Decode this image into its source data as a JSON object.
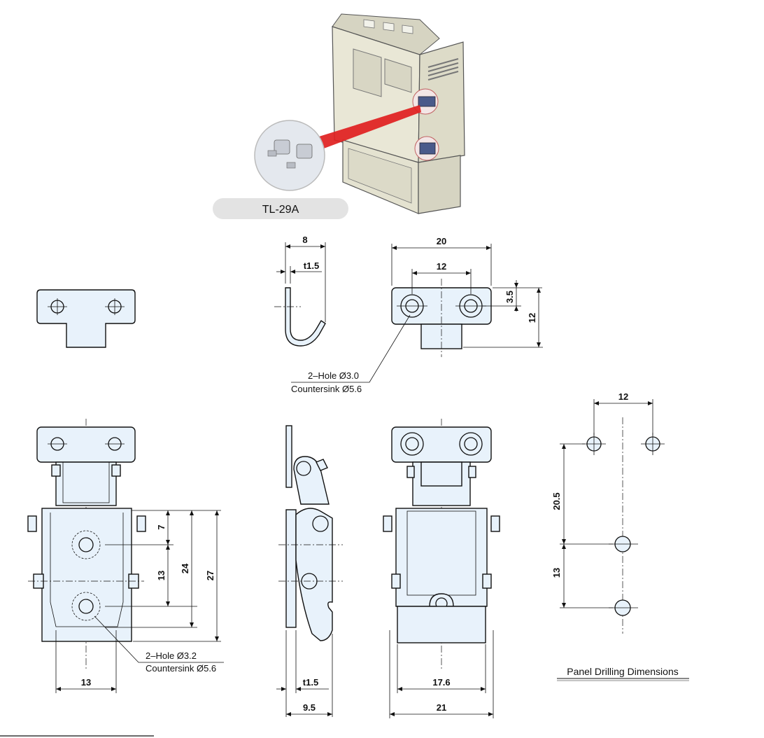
{
  "product": {
    "model_label": "TL-29A"
  },
  "dimensions": {
    "top_side_width": "8",
    "top_side_thickness": "t1.5",
    "top_front_width": "20",
    "top_front_hole_pitch": "12",
    "top_front_hole_offset": "3.5",
    "top_front_height": "12",
    "bottom_front_7": "7",
    "bottom_front_13_vert": "13",
    "bottom_front_24": "24",
    "bottom_front_27": "27",
    "bottom_front_width": "13",
    "bottom_side_thickness": "t1.5",
    "bottom_side_depth": "9.5",
    "bottom_back_inner": "17.6",
    "bottom_back_outer": "21",
    "panel_pitch": "12",
    "panel_20_5": "20.5",
    "panel_13": "13"
  },
  "notes": {
    "strike_hole_line1": "2–Hole Ø3.0",
    "strike_hole_line2": "Countersink Ø5.6",
    "latch_hole_line1": "2–Hole Ø3.2",
    "latch_hole_line2": "Countersink Ø5.6"
  },
  "panel_caption": "Panel Drilling Dimensions"
}
